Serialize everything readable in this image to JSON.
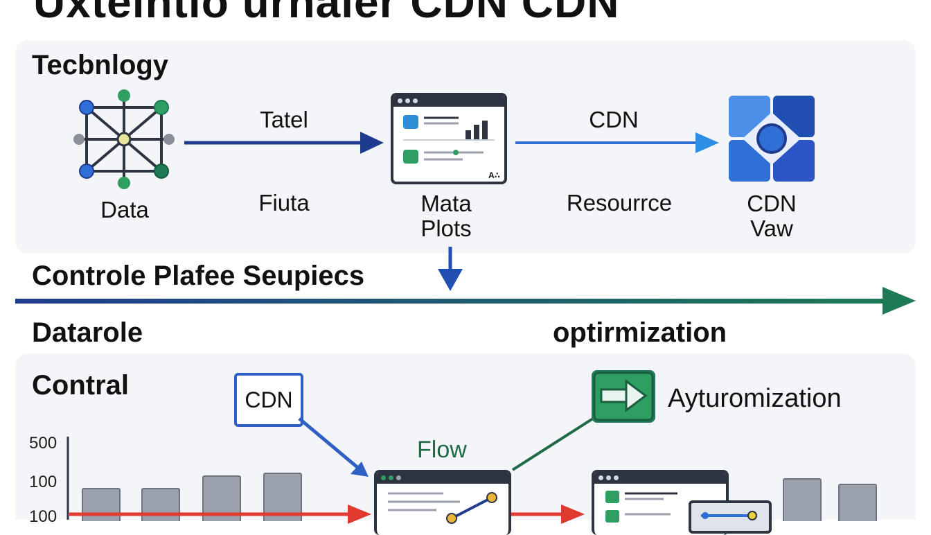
{
  "title": "Uxtelntio urnaler CDN CDN",
  "top_panel": {
    "heading": "Tecbnlogy",
    "data_label": "Data",
    "arrow1_top": "Tatel",
    "arrow1_bottom": "Fiuta",
    "mata_label_line1": "Mata",
    "mata_label_line2": "Plots",
    "arrow2_top": "CDN",
    "arrow2_bottom": "Resourrce",
    "cdn_label_line1": "CDN",
    "cdn_label_line2": "Vaw",
    "window_corner_text": "A∴"
  },
  "middle": {
    "left_heading": "Controle Plafee Seupiecs",
    "left_sub": "Datarole",
    "right_sub": "optirmization"
  },
  "bottom_panel": {
    "heading": "Contral",
    "cdn_box": "CDN",
    "flow_label": "Flow",
    "auto_label": "Ayturomization",
    "y_ticks": [
      "500",
      "100",
      "100"
    ]
  },
  "colors": {
    "navy": "#1f3b8f",
    "blue": "#2f6fd6",
    "green": "#1e7a55",
    "red": "#e03a2f",
    "gray_bar": "#9aa1ad"
  }
}
